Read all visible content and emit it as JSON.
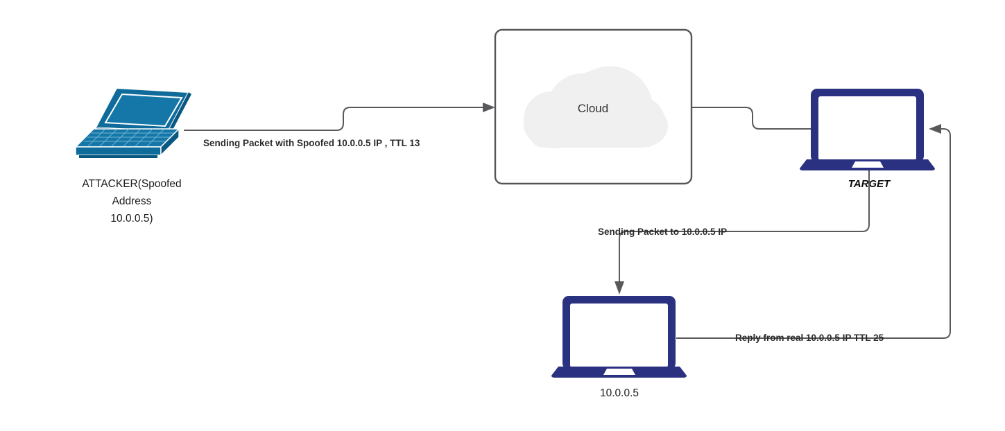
{
  "diagram": {
    "title": "IP Spoofing / TTL Reflection Network Diagram",
    "background_color": "#ffffff",
    "colors": {
      "attacker_device": "#0f6b9a",
      "attacker_device_dark": "#0a5880",
      "target_device": "#2a3180",
      "victim_device": "#2a3180",
      "connector": "#59595c",
      "cloud_fill": "#f0f0f0",
      "cloud_box_border": "#555555",
      "label_text": "#1a1a1a",
      "edge_label_text": "#2b2b2b"
    },
    "nodes": [
      {
        "id": "attacker",
        "icon": "laptop-isometric-icon",
        "style": "isometric-open-laptop",
        "color": "#0f6b9a",
        "label_lines": [
          "ATTACKER(Spoofed",
          "Address",
          "10.0.0.5)"
        ],
        "label_weight": "normal"
      },
      {
        "id": "cloud",
        "icon": "cloud-icon",
        "style": "rounded-rectangle-container",
        "label": "Cloud",
        "label_weight": "normal"
      },
      {
        "id": "target",
        "icon": "laptop-front-icon",
        "style": "front-facing-laptop",
        "color": "#2a3180",
        "label": "TARGET",
        "label_weight": "bold-italic"
      },
      {
        "id": "victim",
        "icon": "laptop-front-icon",
        "style": "front-facing-laptop",
        "color": "#2a3180",
        "label": "10.0.0.5",
        "label_weight": "normal"
      }
    ],
    "edges": [
      {
        "id": "attacker-to-cloud",
        "from": "attacker",
        "to": "cloud",
        "label": "Sending Packet with Spoofed 10.0.0.5 IP , TTL 13",
        "arrow": "end"
      },
      {
        "id": "cloud-to-target",
        "from": "cloud",
        "to": "target",
        "label": "",
        "arrow": "none"
      },
      {
        "id": "target-to-victim",
        "from": "target",
        "to": "victim",
        "label": "Sending Packet to 10.0.0.5 IP",
        "arrow": "end"
      },
      {
        "id": "victim-to-target",
        "from": "victim",
        "to": "target",
        "label": "Reply from real 10.0.0.5 IP TTL 25",
        "arrow": "end"
      }
    ]
  }
}
